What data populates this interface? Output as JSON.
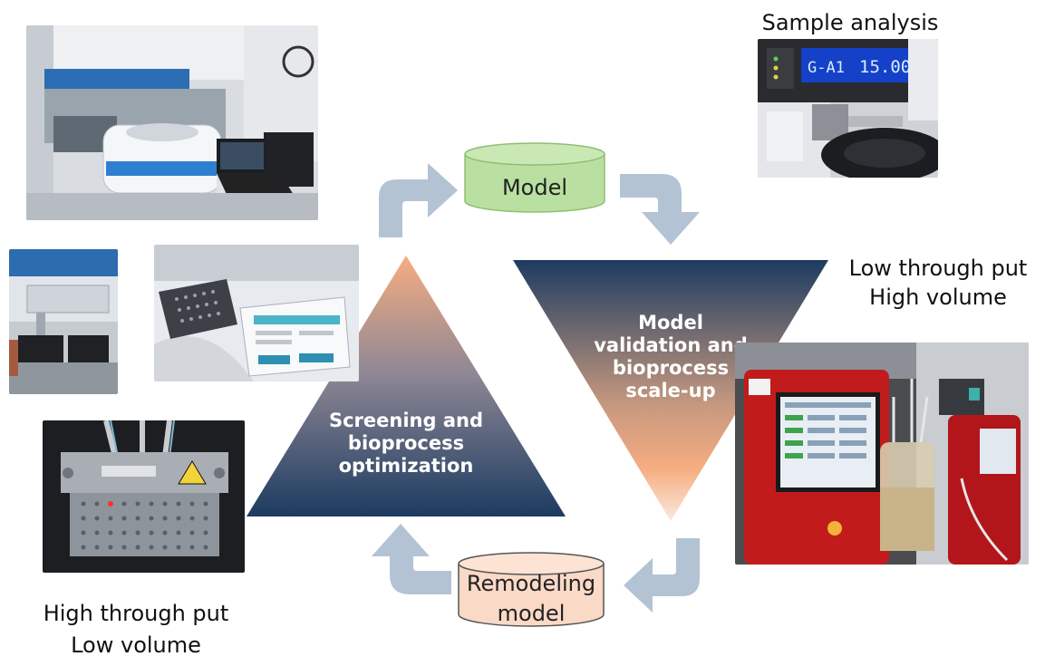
{
  "labels": {
    "sample_analysis": "Sample analysis",
    "low_throughput_line1": "Low through put",
    "low_throughput_line2": "High volume",
    "high_throughput_line1": "High through put",
    "high_throughput_line2": "Low volume"
  },
  "stages": {
    "model": "Model",
    "remodeling_line1": "Remodeling",
    "remodeling_line2": "model",
    "screening_line1": "Screening and",
    "screening_line2": "bioprocess",
    "screening_line3": "optimization",
    "validation_line1": "Model",
    "validation_line2": "validation and",
    "validation_line3": "bioprocess",
    "validation_line4": "scale-up"
  },
  "instrument_display": {
    "well": "G-A1",
    "value": "15.00"
  },
  "colors": {
    "triangle_dark": "#1f3f63",
    "triangle_light": "#f2a679",
    "arrow": "#b4c3d4",
    "model_cylinder": "#b9e0a0",
    "remodel_cylinder": "#fad9c6"
  }
}
